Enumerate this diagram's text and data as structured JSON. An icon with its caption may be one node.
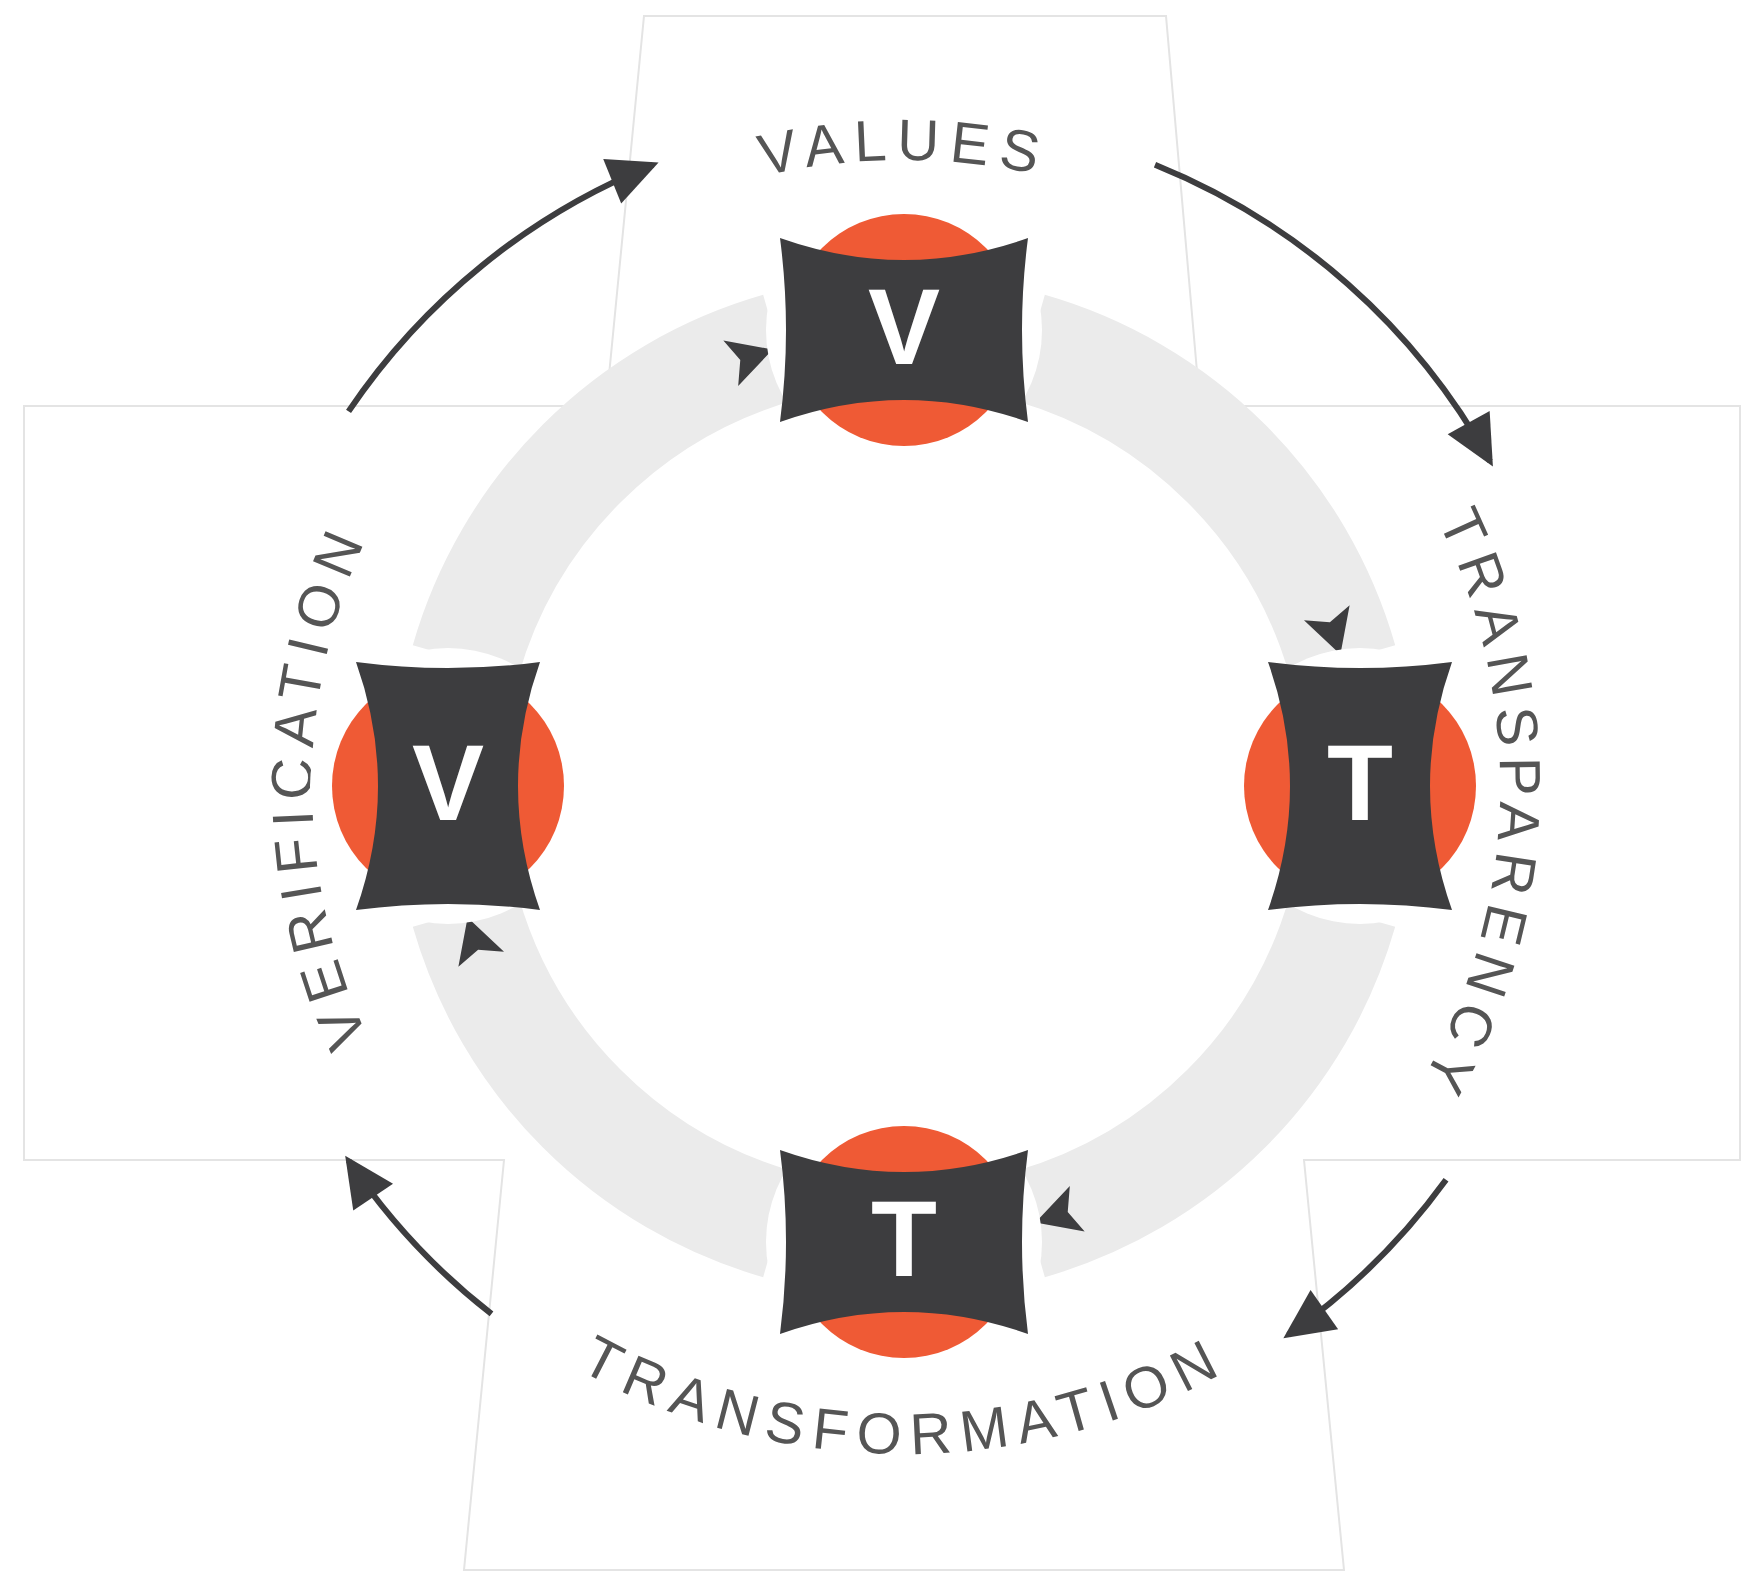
{
  "diagram": {
    "nodes": [
      {
        "text": [
          "V"
        ]
      },
      {
        "text": [
          "T"
        ]
      },
      {
        "text": [
          "T"
        ]
      },
      {
        "text": [
          "V"
        ]
      },
      {
        "text": [
          "VALUES"
        ]
      },
      {
        "text": [
          "TRANSPARENCY"
        ]
      },
      {
        "text": [
          "TRANSFORMATION"
        ]
      },
      {
        "text": [
          "VERIFICATION"
        ]
      }
    ],
    "edges": [
      {
        "from": 0,
        "to": 1,
        "arrow": "to",
        "style": "thick",
        "color": "#ebebeb"
      },
      {
        "from": 1,
        "to": 2,
        "arrow": "to",
        "style": "thick",
        "color": "#ebebeb"
      },
      {
        "from": 2,
        "to": 3,
        "arrow": "to",
        "style": "thick",
        "color": "#ebebeb"
      },
      {
        "from": 3,
        "to": 0,
        "arrow": "to",
        "style": "thick",
        "color": "#ebebeb"
      },
      {
        "from": 4,
        "to": 5,
        "arrow": "to",
        "color": "#3d3d3f"
      },
      {
        "from": 5,
        "to": 6,
        "arrow": "to",
        "color": "#3d3d3f"
      },
      {
        "from": 6,
        "to": 7,
        "arrow": "to",
        "color": "#3d3d3f"
      },
      {
        "from": 7,
        "to": 4,
        "arrow": "to",
        "color": "#3d3d3f"
      }
    ]
  }
}
